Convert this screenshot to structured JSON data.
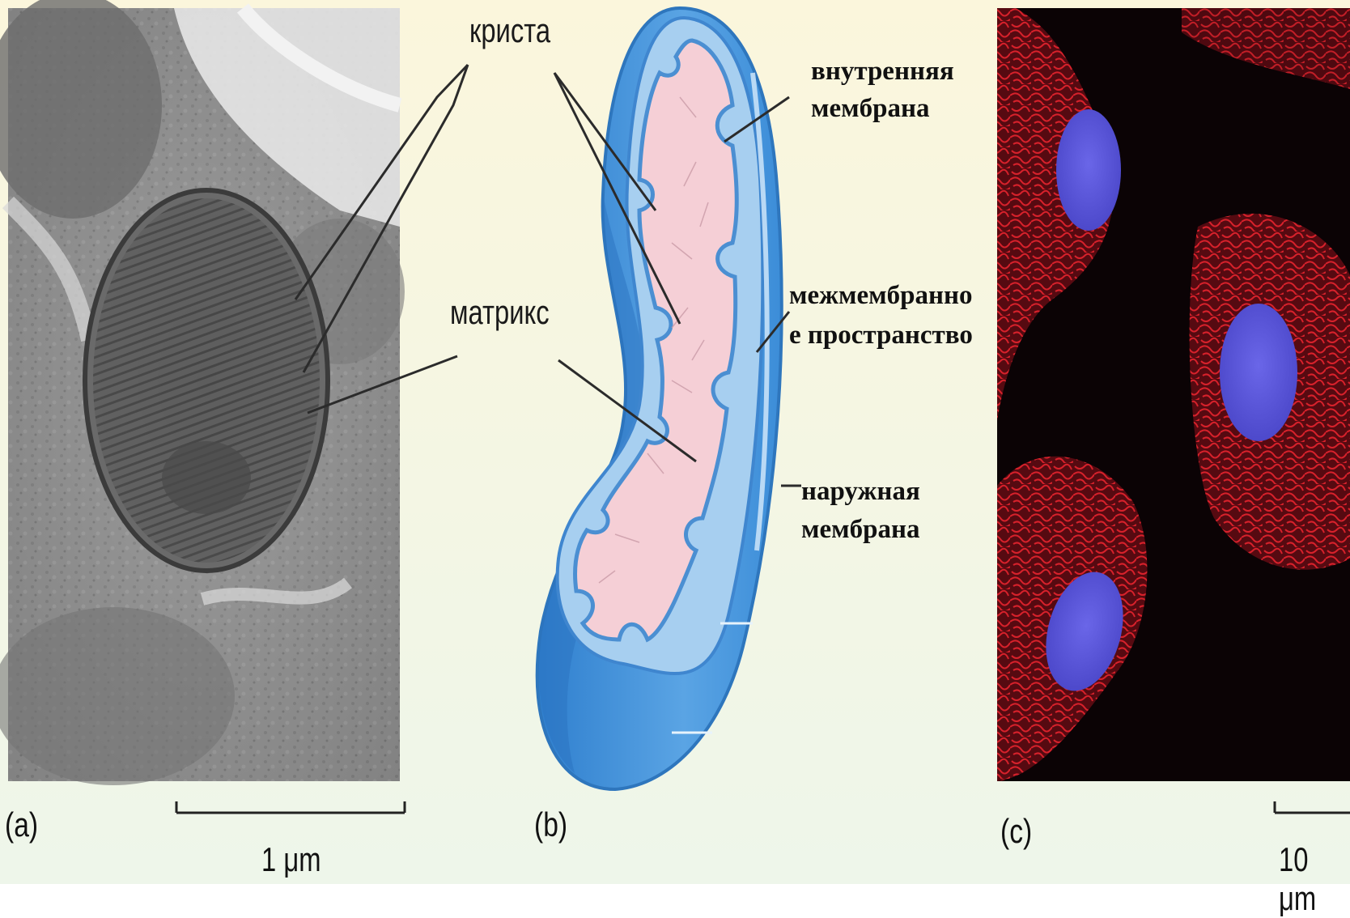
{
  "labels": {
    "crista": "криста",
    "matrix": "матрикс",
    "inner_membrane_line1": "внутренняя",
    "inner_membrane_line2": "мембрана",
    "intermembrane_line1": "межмембранно",
    "intermembrane_line2": "е пространство",
    "outer_membrane_line1": "наружная",
    "outer_membrane_line2": "мембрана"
  },
  "panels": {
    "a": "(a)",
    "b": "(b)",
    "c": "(c)"
  },
  "scale_bars": {
    "a": "1 μm",
    "c": "10 μm"
  },
  "colors": {
    "background": "#f6f9e8",
    "outer_membrane": "#3d8fd6",
    "inner_membrane": "#9cc8ee",
    "matrix": "#f5cfd6",
    "em_gray": "#8a8a8a",
    "fluor_red": "#d8202a",
    "fluor_nucleus": "#5a57d8"
  }
}
